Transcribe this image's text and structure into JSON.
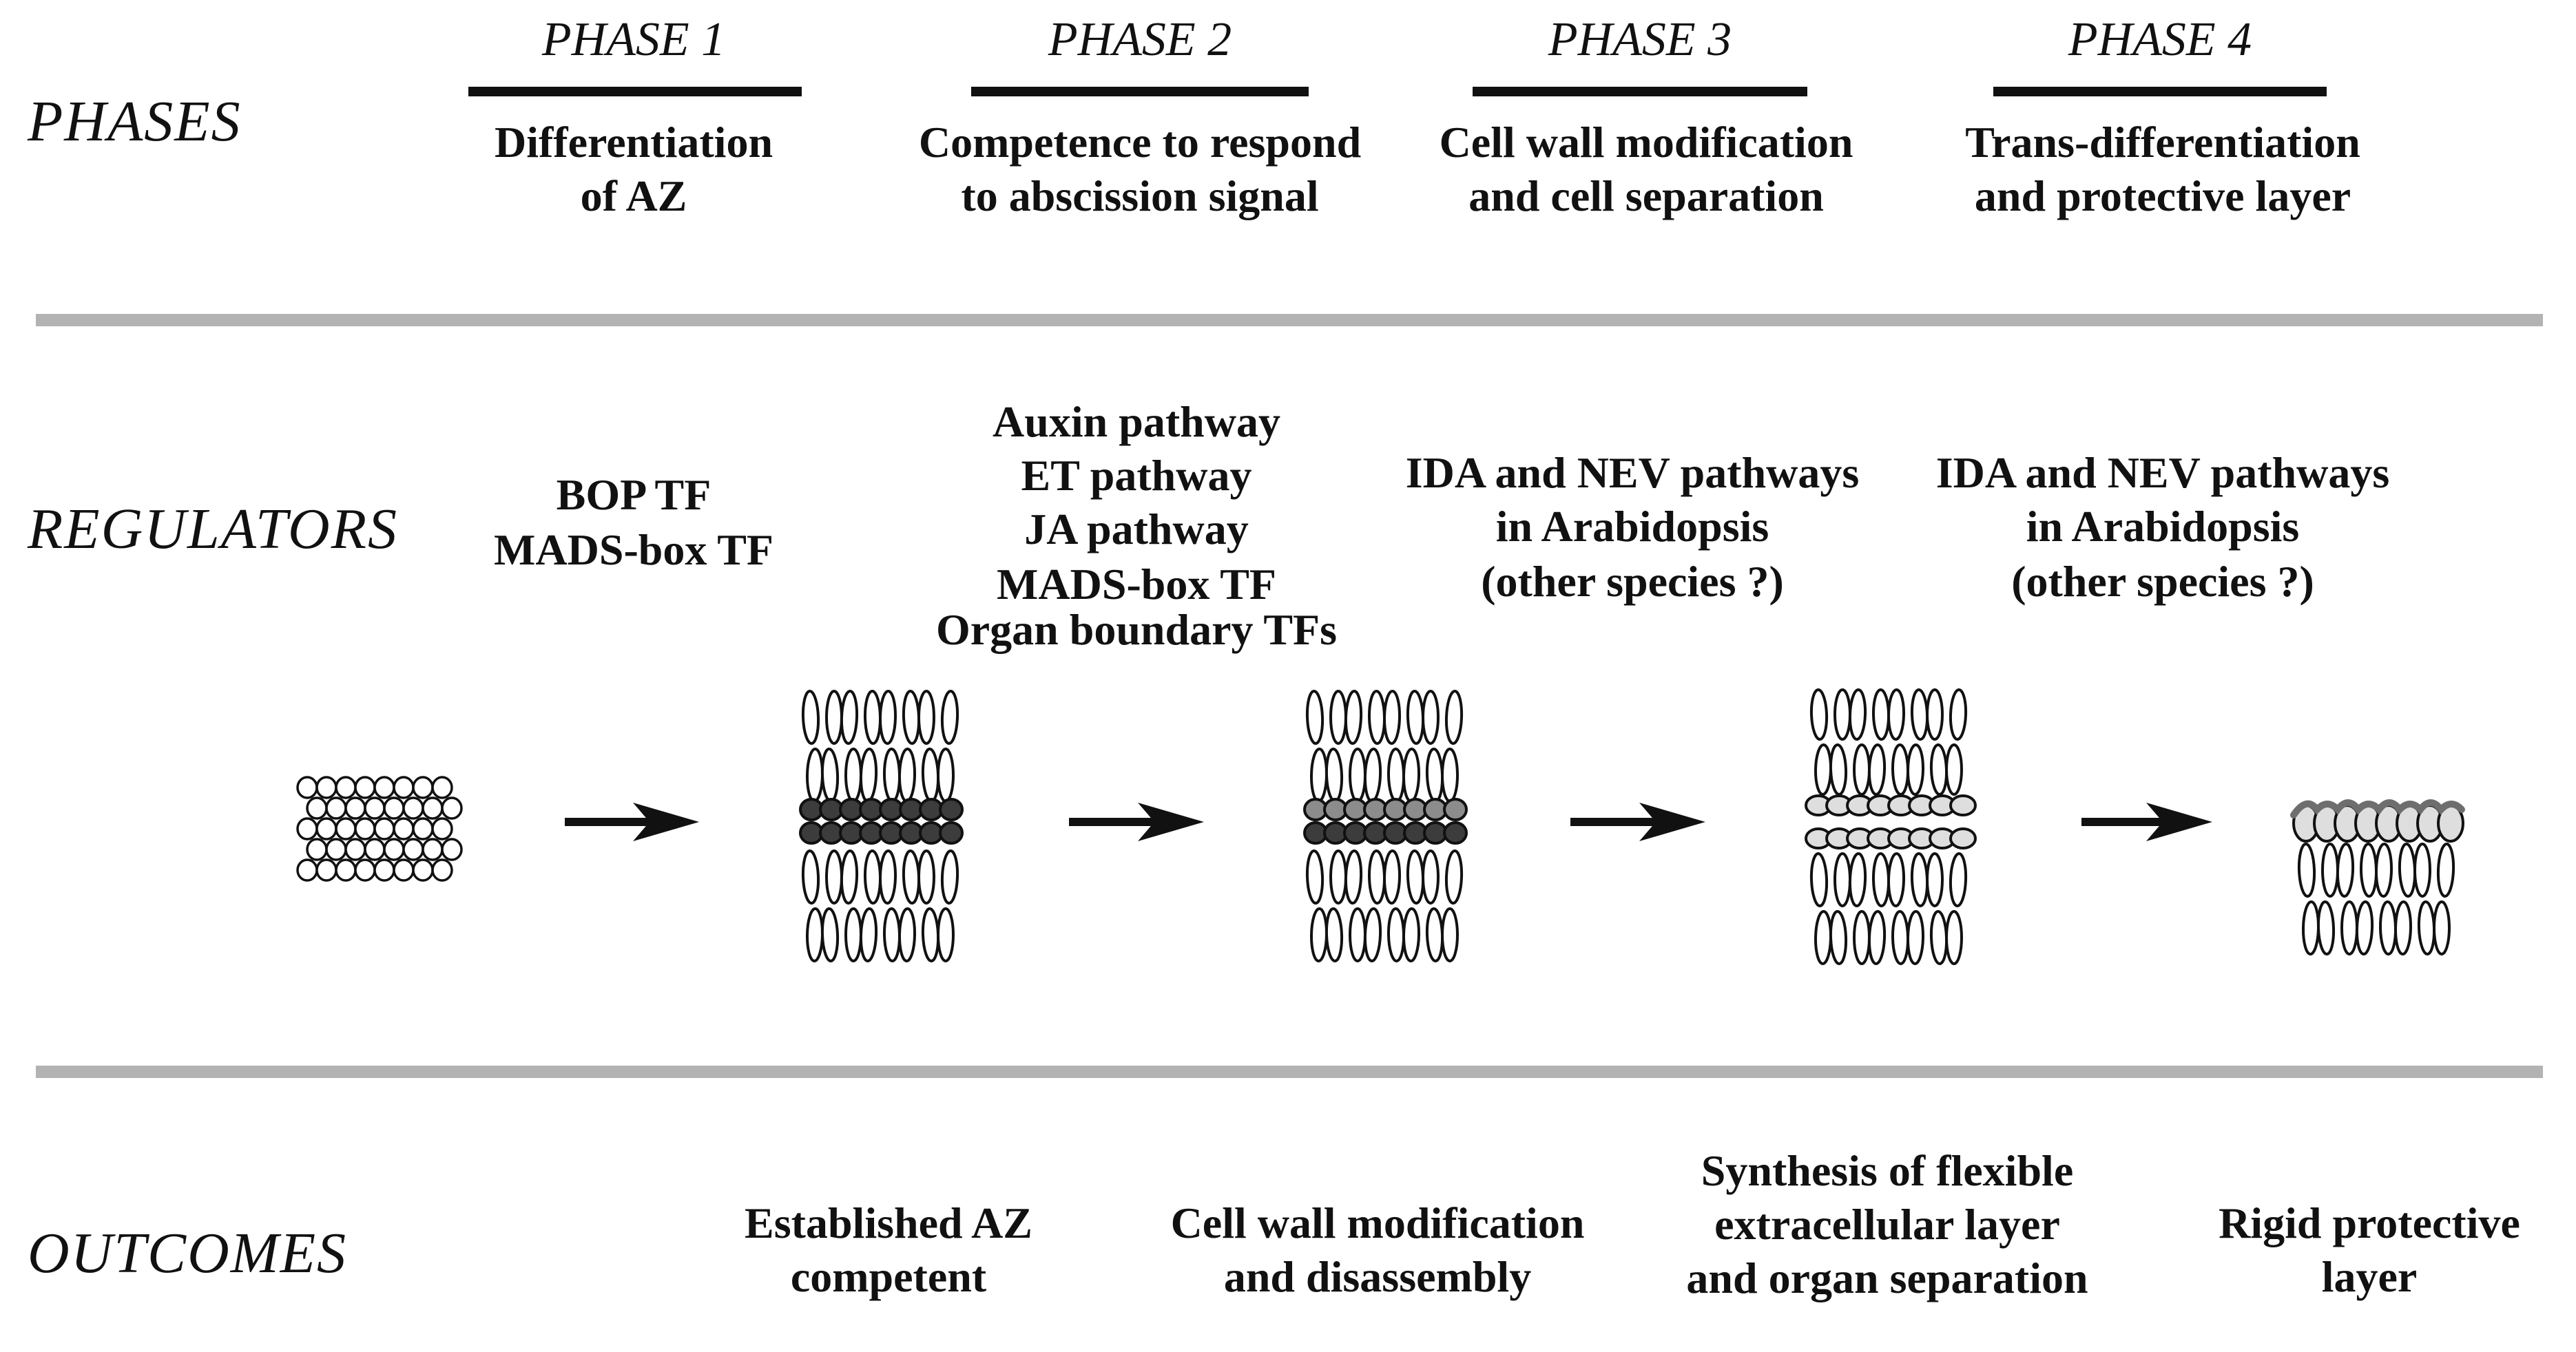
{
  "row_labels": {
    "phases": "PHASES",
    "regulators": "REGULATORS",
    "outcomes": "OUTCOMES"
  },
  "phases": [
    {
      "title": "PHASE 1",
      "description": [
        "Differentiation",
        "of AZ"
      ]
    },
    {
      "title": "PHASE 2",
      "description": [
        "Competence to respond",
        "to abscission signal"
      ]
    },
    {
      "title": "PHASE 3",
      "description": [
        "Cell wall modification",
        "and cell separation"
      ]
    },
    {
      "title": "PHASE 4",
      "description": [
        "Trans-differentiation",
        "and protective layer"
      ]
    }
  ],
  "regulators": [
    {
      "lines": [
        "BOP TF",
        "MADS-box TF"
      ]
    },
    {
      "lines": [
        "Auxin pathway",
        "ET pathway",
        "JA pathway",
        "MADS-box TF",
        "Organ boundary TFs"
      ]
    },
    {
      "lines": [
        "IDA and NEV pathways",
        "in Arabidopsis",
        "(other species ?)"
      ]
    },
    {
      "lines": [
        "IDA and NEV pathways",
        "in Arabidopsis",
        "(other species ?)"
      ]
    }
  ],
  "outcomes": [
    {
      "lines": [
        "Established AZ",
        "competent"
      ]
    },
    {
      "lines": [
        "Cell wall modification",
        "and disassembly"
      ]
    },
    {
      "lines": [
        "Synthesis of flexible",
        "extracellular layer",
        "and organ separation"
      ]
    },
    {
      "lines": [
        "Rigid protective",
        "layer"
      ]
    }
  ],
  "colors": {
    "separator": "#b3b3b3",
    "az_dark": "#3c3c3c",
    "az_medium": "#8c8c8c",
    "az_light": "#dedede",
    "protective_edge": "#6e6e6e",
    "ink": "#111111"
  }
}
